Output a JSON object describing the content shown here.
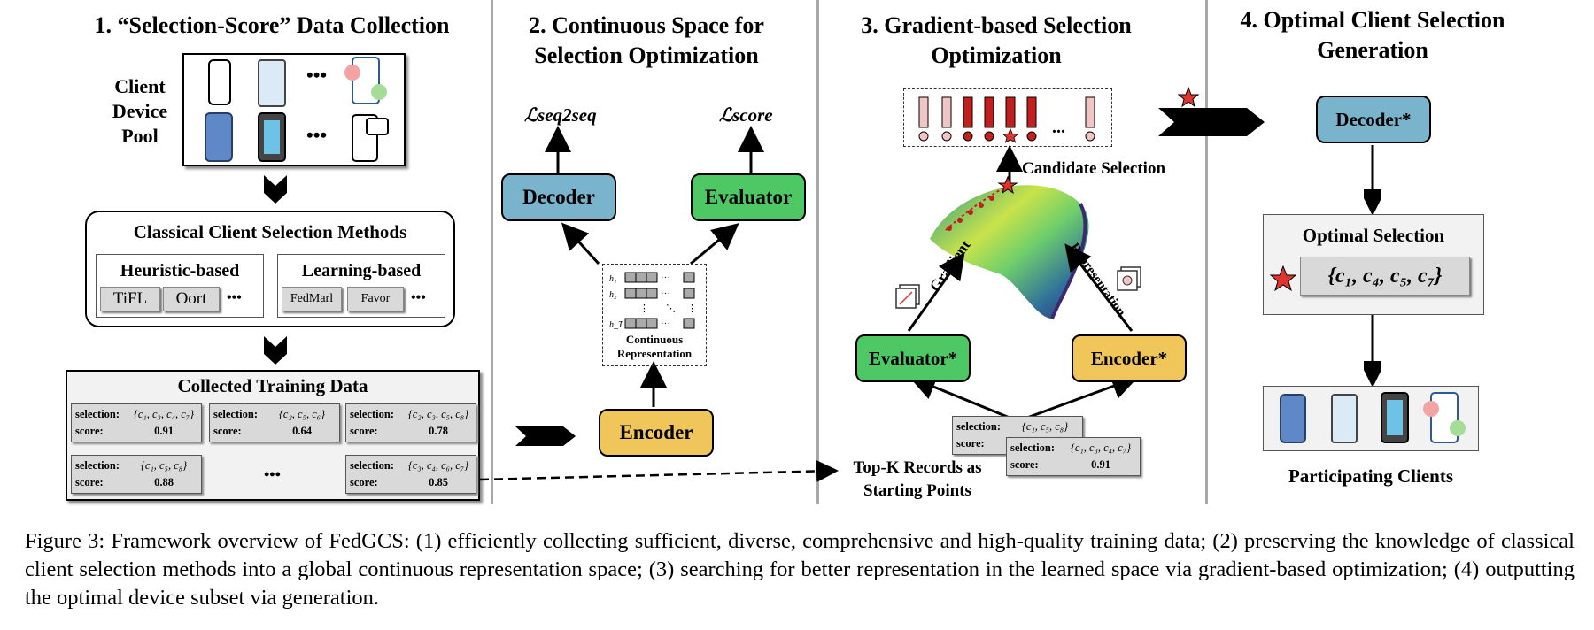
{
  "sections": {
    "s1_title": "1. “Selection-Score” Data Collection",
    "s2_title_l1": "2. Continuous Space for",
    "s2_title_l2": "Selection Optimization",
    "s3_title_l1": "3. Gradient-based Selection",
    "s3_title_l2": "Optimization",
    "s4_title_l1": "4. Optimal Client Selection",
    "s4_title_l2": "Generation"
  },
  "pool": {
    "label_l1": "Client",
    "label_l2": "Device",
    "label_l3": "Pool",
    "ellipsis": "•••"
  },
  "classical": {
    "title": "Classical Client Selection Methods",
    "heuristic": {
      "title": "Heuristic-based",
      "items": [
        "TiFL",
        "Oort"
      ],
      "more": "•••"
    },
    "learning": {
      "title": "Learning-based",
      "items": [
        "FedMarl",
        "Favor"
      ],
      "more": "•••"
    }
  },
  "training": {
    "title": "Collected Training Data",
    "sel_key": "selection:",
    "score_key": "score:",
    "records": [
      {
        "selection": "{c₁, c₃, c₄, c₇}",
        "score": "0.91"
      },
      {
        "selection": "{c₂, c₅, c₆}",
        "score": "0.64"
      },
      {
        "selection": "{c₂, c₃, c₅, c₈}",
        "score": "0.78"
      },
      {
        "selection": "{c₁, c₅, c₈}",
        "score": "0.88"
      },
      {
        "selection": "{c₃, c₄, c₆, c₇}",
        "score": "0.85"
      }
    ],
    "ellipsis": "•••"
  },
  "space": {
    "loss_seq": "ℒseq2seq",
    "loss_score": "ℒscore",
    "decoder": "Decoder",
    "evaluator": "Evaluator",
    "encoder": "Encoder",
    "rep_label_l1": "Continuous",
    "rep_label_l2": "Representation",
    "h1": "h₁",
    "h2": "h₂",
    "hT": "h_T"
  },
  "gradient": {
    "candidate": "Candidate Selection",
    "gradient_label": "Gradient",
    "representation_label": "Representation",
    "evaluator": "Evaluator*",
    "encoder": "Encoder*",
    "topk_l1": "Top-K Records as",
    "topk_l2": "Starting Points",
    "records": [
      {
        "selection": "{c₁, c₅, c₈}",
        "score": ""
      },
      {
        "selection": "{c₁, c₃, c₄, c₇}",
        "score": "0.91"
      }
    ],
    "more": "..."
  },
  "generation": {
    "decoder": "Decoder*",
    "optimal_title": "Optimal Selection",
    "optimal_value": "{c₁, c₄, c₅, c₇}",
    "participating": "Participating Clients"
  },
  "caption": "Figure 3: Framework overview of FedGCS: (1) efficiently collecting sufficient, diverse, comprehensive and high-quality training data; (2) preserving the knowledge of classical client selection methods into a global continuous representation space; (3) searching for better representation in the learned space via gradient-based optimization; (4) outputting the optimal device subset via generation.",
  "colors": {
    "decoder_blue": "#79b3cc",
    "evaluator_green": "#4ec765",
    "encoder_yellow": "#f0c55a",
    "star_red": "#e0342f",
    "divider_gray": "#a8a8a8"
  }
}
